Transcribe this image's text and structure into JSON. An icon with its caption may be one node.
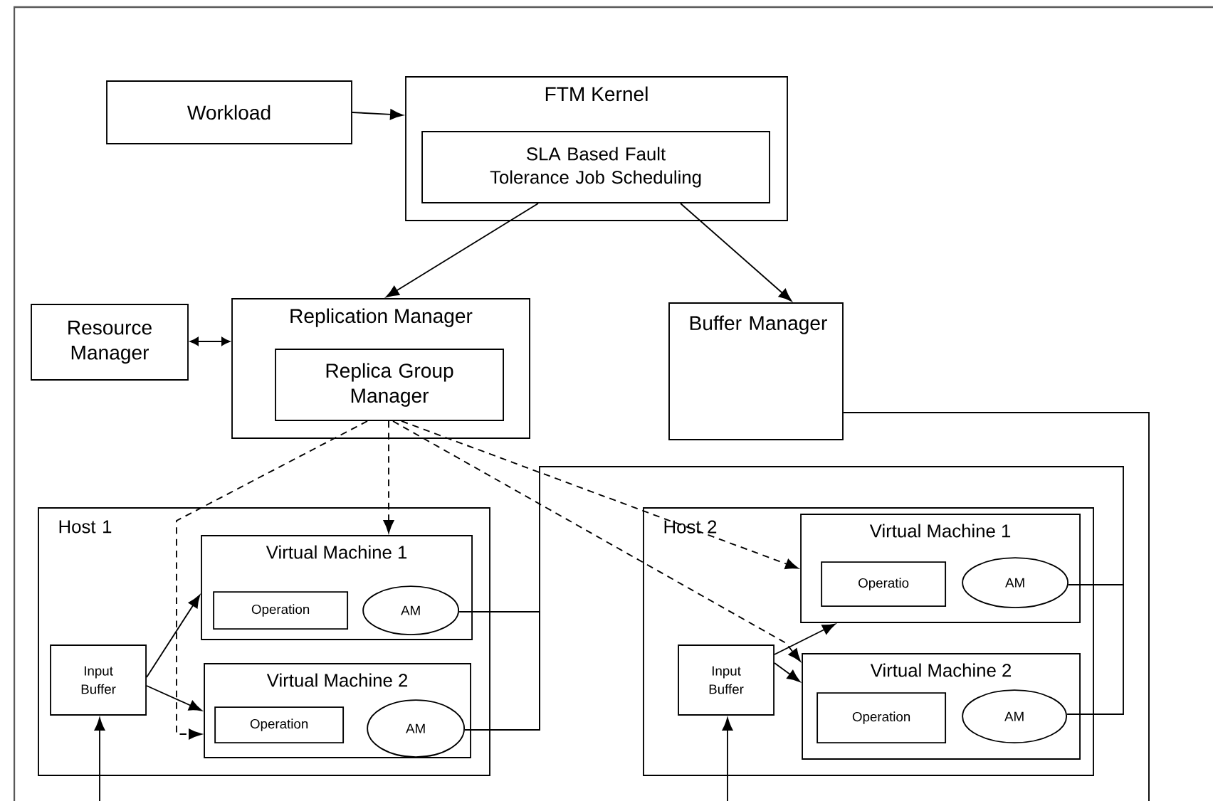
{
  "diagram": {
    "nodes": [
      {
        "text": [
          "Workload"
        ]
      },
      {
        "text": [
          "FTM Kernel"
        ]
      },
      {
        "text": [
          "SLA Based Fault Tolerance Job Scheduling"
        ],
        "in": 1
      },
      {
        "text": [
          "Resource Manager"
        ]
      },
      {
        "text": [
          "Replication Manager"
        ]
      },
      {
        "text": [
          "Replica Group Manager"
        ],
        "in": 4
      },
      {
        "text": [
          "Buffer Manager"
        ]
      },
      {
        "text": [
          "Host 1"
        ]
      },
      {
        "text": [
          "Virtual Machine 1"
        ],
        "in": 7
      },
      {
        "text": [
          "Operation"
        ],
        "in": 8
      },
      {
        "text": [
          "AM"
        ],
        "in": 8
      },
      {
        "text": [
          "Input Buffer"
        ],
        "in": 7
      },
      {
        "text": [
          "Virtual Machine 2"
        ],
        "in": 7
      },
      {
        "text": [
          "Operation"
        ],
        "in": 12
      },
      {
        "text": [
          "AM"
        ],
        "in": 12
      },
      {
        "text": [
          "Host 2"
        ]
      },
      {
        "text": [
          "Virtual Machine 1"
        ],
        "in": 15
      },
      {
        "text": [
          "Operatio"
        ],
        "in": 16
      },
      {
        "text": [
          "AM"
        ],
        "in": 16
      },
      {
        "text": [
          "Input Buffer"
        ],
        "in": 15
      },
      {
        "text": [
          "Virtual Machine 2"
        ],
        "in": 15
      },
      {
        "text": [
          "Operation"
        ],
        "in": 20
      },
      {
        "text": [
          "AM"
        ],
        "in": 20
      }
    ],
    "edges": [
      {
        "from": 0,
        "to": 1,
        "arrow": "to"
      },
      {
        "from": 2,
        "to": 4,
        "arrow": "to"
      },
      {
        "from": 2,
        "to": 6,
        "arrow": "to"
      },
      {
        "from": 3,
        "to": 4,
        "arrow": "both"
      },
      {
        "from": 5,
        "to": 8,
        "arrow": "to",
        "style": "dashed"
      },
      {
        "from": 5,
        "to": 12,
        "arrow": "to",
        "style": "dashed"
      },
      {
        "from": 5,
        "to": 16,
        "arrow": "to",
        "style": "dashed"
      },
      {
        "from": 5,
        "to": 20,
        "arrow": "to",
        "style": "dashed"
      },
      {
        "from": 11,
        "to": 8,
        "arrow": "to"
      },
      {
        "from": 11,
        "to": 12,
        "arrow": "to"
      },
      {
        "from": 19,
        "to": 16,
        "arrow": "to"
      },
      {
        "from": 19,
        "to": 20,
        "arrow": "to"
      },
      {
        "from": 10,
        "to": 14,
        "arrow": "none"
      },
      {
        "from": 14,
        "to": 18,
        "arrow": "none"
      },
      {
        "from": 18,
        "to": 22,
        "arrow": "none"
      },
      {
        "from": 6,
        "to": null,
        "arrow": "none"
      },
      {
        "from": null,
        "to": 11,
        "arrow": "to"
      },
      {
        "from": null,
        "to": 19,
        "arrow": "to"
      }
    ]
  }
}
